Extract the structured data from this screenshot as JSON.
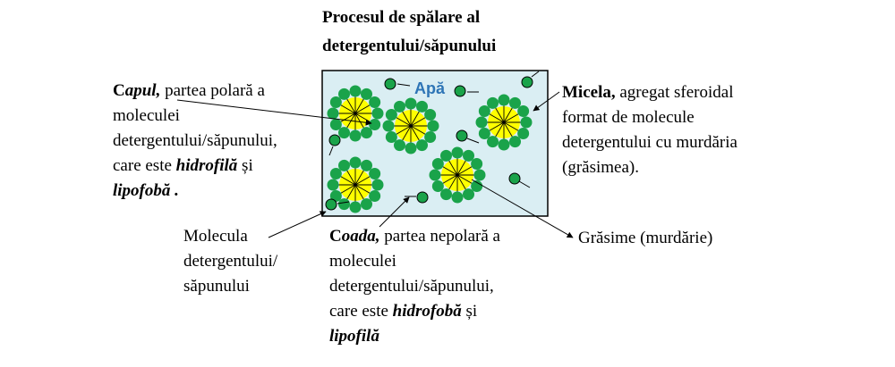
{
  "title": {
    "line1": "Procesul de spălare al",
    "line2": "detergentului/săpunului"
  },
  "water_label": "Apă",
  "capul": {
    "lead_C": "C",
    "lead_rest": "apul,",
    "line1_rest": " partea polară a",
    "line2": "moleculei",
    "line3": "detergentului/săpunului,",
    "line4_pre": "care este ",
    "line4_bold": "hidrofilă",
    "line4_post": " și",
    "line5_bold": "lipofobă ."
  },
  "micela": {
    "lead": "Micela,",
    "line1_rest": " agregat sferoidal",
    "line2": "format de molecule",
    "line3": "detergentului cu murdăria",
    "line4": "(grăsimea)."
  },
  "molecula": {
    "line1": "Molecula",
    "line2": "detergentului/",
    "line3": "săpunului"
  },
  "coada": {
    "lead_C": "C",
    "lead_rest": "oada,",
    "line1_rest": " partea nepolară a",
    "line2": "moleculei",
    "line3": "detergentului/săpunului,",
    "line4_pre": "care este ",
    "line4_bold": "hidrofobă",
    "line4_post": " și",
    "line5_bold": "lipofilă"
  },
  "grasime": "Grăsime (murdărie)",
  "colors": {
    "water": "#daeef3",
    "head": "#1aa34a",
    "fat": "#ffff00",
    "water_label": "#2e75b6"
  }
}
